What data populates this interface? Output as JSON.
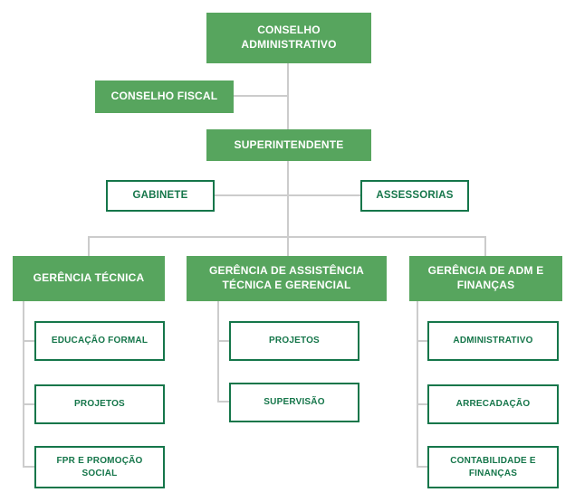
{
  "colors": {
    "node_fill_green": "#57a55e",
    "node_text_on_green": "#ffffff",
    "outline_green": "#15764a",
    "connector_gray": "#cccccc",
    "background": "#ffffff"
  },
  "chart": {
    "root": {
      "label": "CONSELHO ADMINISTRATIVO"
    },
    "conselho_fiscal": {
      "label": "CONSELHO FISCAL"
    },
    "superintendente": {
      "label": "SUPERINTENDENTE"
    },
    "gabinete": {
      "label": "GABINETE"
    },
    "assessorias": {
      "label": "ASSESSORIAS"
    },
    "branches": [
      {
        "label": "GERÊNCIA TÉCNICA",
        "children": [
          {
            "label": "EDUCAÇÃO FORMAL"
          },
          {
            "label": "PROJETOS"
          },
          {
            "label": "FPR E PROMOÇÃO SOCIAL"
          }
        ]
      },
      {
        "label": "GERÊNCIA DE ASSISTÊNCIA TÉCNICA E GERENCIAL",
        "children": [
          {
            "label": "PROJETOS"
          },
          {
            "label": "SUPERVISÃO"
          }
        ]
      },
      {
        "label": "GERÊNCIA DE ADM E FINANÇAS",
        "children": [
          {
            "label": "ADMINISTRATIVO"
          },
          {
            "label": "ARRECADAÇÃO"
          },
          {
            "label": "CONTABILIDADE E FINANÇAS"
          }
        ]
      }
    ]
  }
}
